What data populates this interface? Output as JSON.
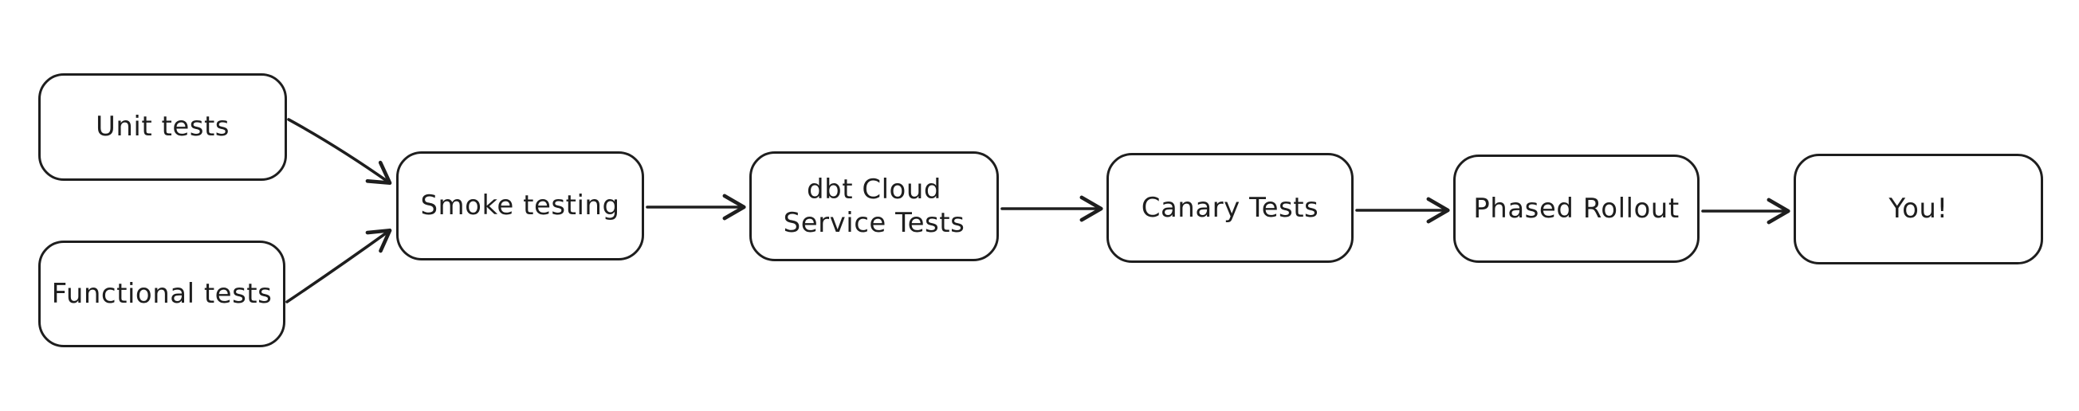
{
  "diagram": {
    "title": "Testing and rollout pipeline flowchart",
    "background_color": "#ffffff",
    "stroke_color": "#1e1e1e",
    "node_fill_color": "#ffffff",
    "nodes": [
      {
        "id": "unit-tests",
        "label": "Unit tests"
      },
      {
        "id": "functional-tests",
        "label": "Functional tests"
      },
      {
        "id": "smoke-testing",
        "label": "Smoke testing"
      },
      {
        "id": "dbt-cloud-service-tests",
        "label": "dbt Cloud Service Tests",
        "label_lines": [
          "dbt Cloud",
          "Service Tests"
        ]
      },
      {
        "id": "canary-tests",
        "label": "Canary Tests"
      },
      {
        "id": "phased-rollout",
        "label": "Phased Rollout"
      },
      {
        "id": "you",
        "label": "You!"
      }
    ],
    "edges": [
      {
        "from": "unit-tests",
        "to": "smoke-testing"
      },
      {
        "from": "functional-tests",
        "to": "smoke-testing"
      },
      {
        "from": "smoke-testing",
        "to": "dbt-cloud-service-tests"
      },
      {
        "from": "dbt-cloud-service-tests",
        "to": "canary-tests"
      },
      {
        "from": "canary-tests",
        "to": "phased-rollout"
      },
      {
        "from": "phased-rollout",
        "to": "you"
      }
    ],
    "artifacts": {
      "stray_dot_color": "#cc4444"
    }
  }
}
